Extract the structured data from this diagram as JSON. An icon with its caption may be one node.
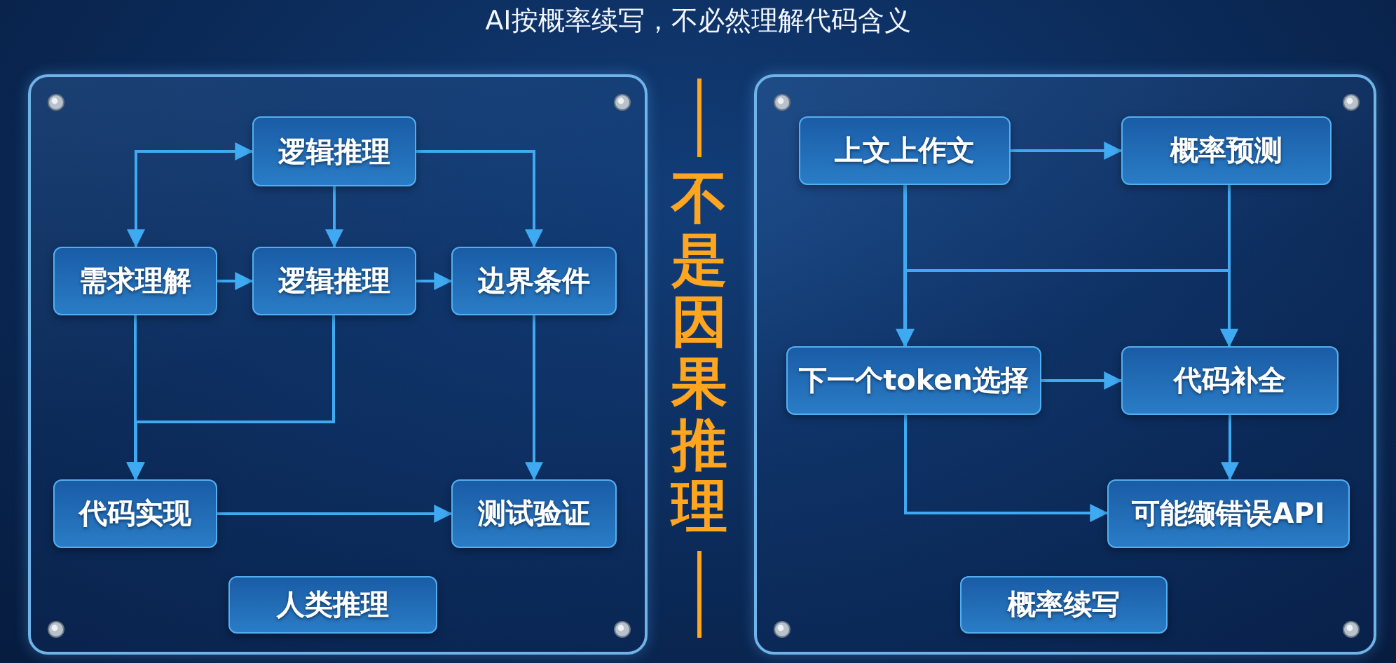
{
  "diagram": {
    "title": "AI按概率续写，不必然理解代码含义",
    "nodes": [
      {
        "text": [],
        "shape": "box"
      },
      {
        "text": [
          "逻辑推理"
        ],
        "in": 0
      },
      {
        "text": [
          "需求理解"
        ],
        "in": 0
      },
      {
        "text": [
          "逻辑推理"
        ],
        "in": 0
      },
      {
        "text": [
          "边界条件"
        ],
        "in": 0
      },
      {
        "text": [
          "代码实现"
        ],
        "in": 0
      },
      {
        "text": [
          "测试验证"
        ],
        "in": 0
      },
      {
        "text": [
          "人类推理"
        ],
        "in": 0
      },
      {
        "text": [],
        "shape": "box"
      },
      {
        "text": [
          "上文上作文"
        ],
        "in": 8
      },
      {
        "text": [
          "概率预测"
        ],
        "in": 8
      },
      {
        "text": [
          "下一个token选择"
        ],
        "in": 8
      },
      {
        "text": [
          "代码补全"
        ],
        "in": 8
      },
      {
        "text": [
          "可能缬错误API"
        ],
        "in": 8
      },
      {
        "text": [
          "概率续写"
        ],
        "in": 8
      }
    ],
    "edges": [
      {
        "from": 2,
        "to": 1,
        "arrow": "both"
      },
      {
        "from": 1,
        "to": 3,
        "arrow": "to"
      },
      {
        "from": 1,
        "to": 4,
        "arrow": "to"
      },
      {
        "from": 2,
        "to": 3,
        "arrow": "to"
      },
      {
        "from": 3,
        "to": 4,
        "arrow": "to"
      },
      {
        "from": 2,
        "to": 5,
        "arrow": "to"
      },
      {
        "from": 3,
        "to": 5,
        "arrow": "to"
      },
      {
        "from": 4,
        "to": 6,
        "arrow": "to"
      },
      {
        "from": 5,
        "to": 6,
        "arrow": "to"
      },
      {
        "from": 9,
        "to": 10,
        "arrow": "to"
      },
      {
        "from": 9,
        "to": 11,
        "arrow": "to"
      },
      {
        "from": 9,
        "to": 12,
        "arrow": "to"
      },
      {
        "from": 10,
        "to": 12,
        "arrow": "to"
      },
      {
        "from": 10,
        "to": 11,
        "arrow": "to"
      },
      {
        "from": 11,
        "to": 12,
        "arrow": "to"
      },
      {
        "from": 12,
        "to": 13,
        "arrow": "to"
      },
      {
        "from": 11,
        "to": 13,
        "arrow": "to"
      }
    ],
    "labels": [
      "不是因果推理"
    ]
  }
}
